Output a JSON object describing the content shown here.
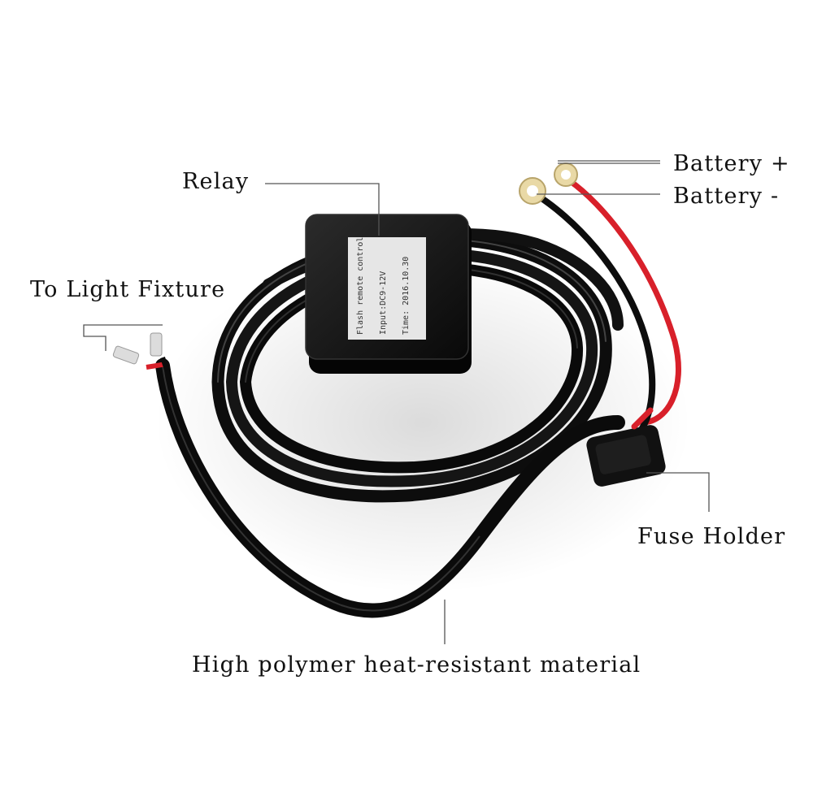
{
  "callouts": {
    "relay": "Relay",
    "to_light_fixture": "To Light Fixture",
    "battery_plus": "Battery +",
    "battery_minus": "Battery -",
    "fuse_holder": "Fuse Holder",
    "material": "High polymer heat-resistant material"
  },
  "relay_sticker": {
    "line1": "Flash remote control",
    "line2": "Input:DC9-12V",
    "line3": "Time: 2016.10.30"
  },
  "colors": {
    "background": "#ffffff",
    "cable": "#0d0d0d",
    "positive_wire": "#d8202a",
    "sticker": "#e6e6e6",
    "terminal": "#e9d9a6"
  }
}
